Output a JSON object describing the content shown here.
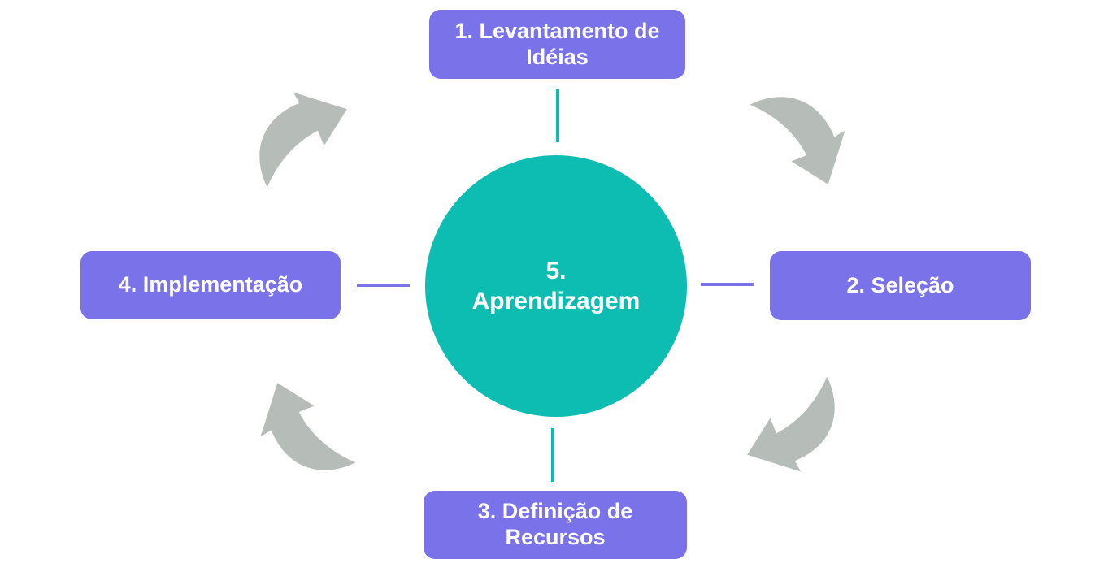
{
  "diagram": {
    "type": "cycle",
    "center": {
      "line1": "5.",
      "line2": "Aprendizagem",
      "shape": "circle",
      "color": "#0dbdb1"
    },
    "nodes": [
      {
        "id": 1,
        "label": "1. Levantamento de Idéias",
        "position": "top"
      },
      {
        "id": 2,
        "label": "2. Seleção",
        "position": "right"
      },
      {
        "id": 3,
        "label": "3. Definição de Recursos",
        "position": "bottom"
      },
      {
        "id": 4,
        "label": "4. Implementação",
        "position": "left"
      }
    ],
    "arrows": [
      {
        "between": "node-1-to-node-2",
        "direction": "clockwise",
        "corner": "top-right"
      },
      {
        "between": "node-2-to-node-3",
        "direction": "clockwise",
        "corner": "bottom-right"
      },
      {
        "between": "node-3-to-node-4",
        "direction": "clockwise",
        "corner": "bottom-left"
      },
      {
        "between": "node-4-to-node-1",
        "direction": "clockwise",
        "corner": "top-left"
      }
    ],
    "colors": {
      "node_fill": "#7a72e9",
      "center_fill": "#0dbdb1",
      "arrow_gray": "#b6bcb8",
      "connector_vertical": "#0dbdb1",
      "connector_horizontal": "#7a72e9",
      "text": "#ffffff",
      "background": "#ffffff"
    }
  }
}
